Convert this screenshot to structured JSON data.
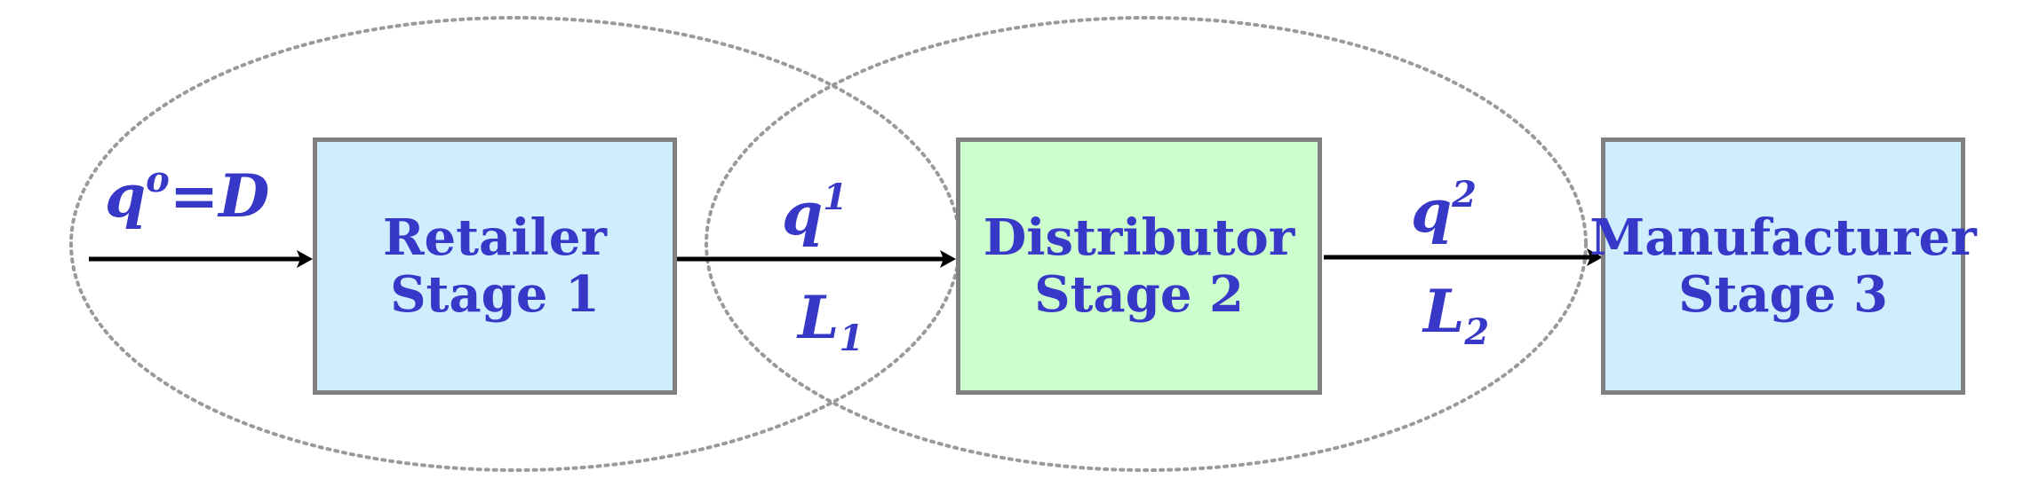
{
  "diagram": {
    "stages": [
      {
        "name": "Retailer",
        "stage": "Stage 1",
        "fill": "#cfeefd"
      },
      {
        "name": "Distributor",
        "stage": "Stage 2",
        "fill": "#ccfdcc"
      },
      {
        "name": "Manufacturer",
        "stage": "Stage 3",
        "fill": "#cfeefd"
      }
    ],
    "flows": [
      {
        "q_base": "q",
        "q_sup": "o",
        "q_suffix": "=D"
      },
      {
        "q_base": "q",
        "q_sup": "1",
        "l_base": "L",
        "l_sub": "1"
      },
      {
        "q_base": "q",
        "q_sup": "2",
        "l_base": "L",
        "l_sub": "2"
      }
    ],
    "colors": {
      "text": "#3737c8",
      "box_border": "#808080",
      "ellipse_border": "#9a9a9a",
      "arrow": "#000000"
    }
  }
}
